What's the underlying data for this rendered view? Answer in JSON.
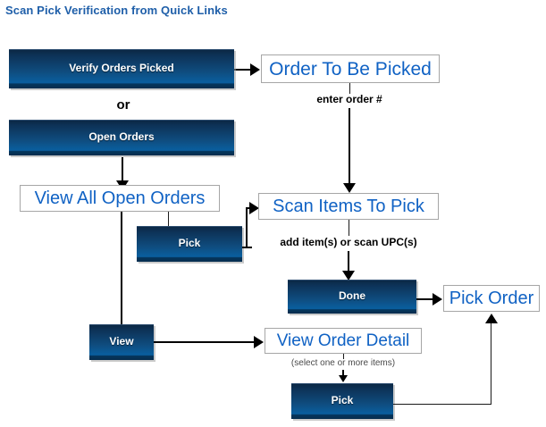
{
  "page": {
    "title": "Scan Pick Verification from Quick Links",
    "title_color": "#1f5fa9",
    "background": "#ffffff"
  },
  "palette": {
    "button_gradient_top": "#0b2845",
    "button_gradient_mid": "#0f4d80",
    "button_gradient_bright": "#0a5d9c",
    "button_gradient_bottom": "#062d4e",
    "button_text": "#ffffff",
    "screen_border": "#a6a6a6",
    "screen_fill": "#ffffff",
    "screen_text": "#1062c4",
    "connector": "#000000",
    "small_note_text": "#4a4a4a"
  },
  "nodes": {
    "verify_orders_picked": {
      "label": "Verify Orders Picked",
      "type": "button"
    },
    "or_divider": {
      "label": "or",
      "type": "text"
    },
    "open_orders": {
      "label": "Open Orders",
      "type": "button"
    },
    "order_to_be_picked": {
      "label": "Order To Be Picked",
      "type": "screen"
    },
    "view_all_open_orders": {
      "label": "View All Open Orders",
      "type": "screen"
    },
    "pick_top": {
      "label": "Pick",
      "type": "button"
    },
    "scan_items_to_pick": {
      "label": "Scan Items To Pick",
      "type": "screen"
    },
    "done": {
      "label": "Done",
      "type": "button"
    },
    "pick_order": {
      "label": "Pick Order",
      "type": "screen"
    },
    "view": {
      "label": "View",
      "type": "button"
    },
    "view_order_detail": {
      "label": "View Order Detail",
      "type": "screen"
    },
    "pick_bottom": {
      "label": "Pick",
      "type": "button"
    }
  },
  "edge_labels": {
    "enter_order_number": "enter order #",
    "add_items_or_scan_upc": "add item(s) or scan UPC(s)",
    "select_one_or_more_items": "(select one or more items)"
  }
}
